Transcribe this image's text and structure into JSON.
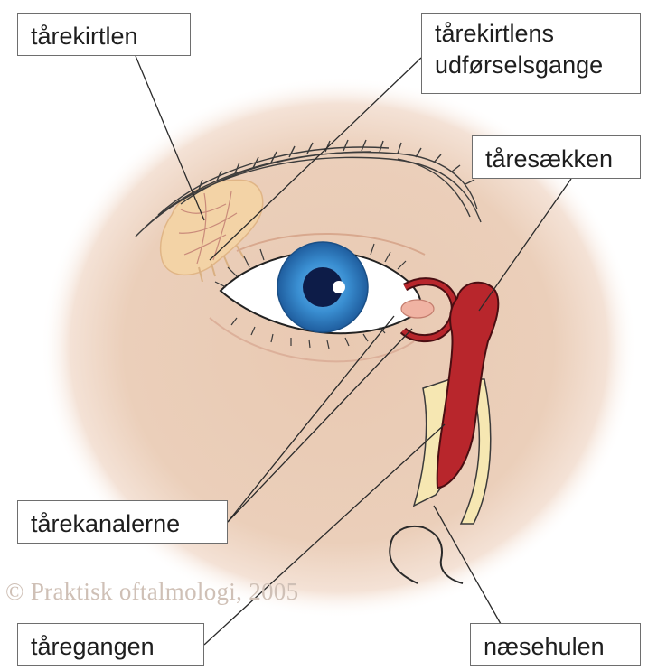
{
  "labels": {
    "lacrimal_gland": "tårekirtlen",
    "gland_ducts_line1": "tårekirtlens",
    "gland_ducts_line2": "udførselsgange",
    "lacrimal_sac": "tåresækken",
    "canaliculi": "tårekanalerne",
    "nasolacrimal_duct": "tåregangen",
    "nasal_cavity": "næsehulen"
  },
  "copyright": "© Praktisk oftalmologi, 2005",
  "colors": {
    "skin": "#e8c6b0",
    "iris": "#2f7fc4",
    "pupil": "#0d1c48",
    "sac": "#b8262c",
    "bone": "#f6e7b2",
    "gland": "#f3d3a6",
    "line": "#2a2a2a"
  }
}
